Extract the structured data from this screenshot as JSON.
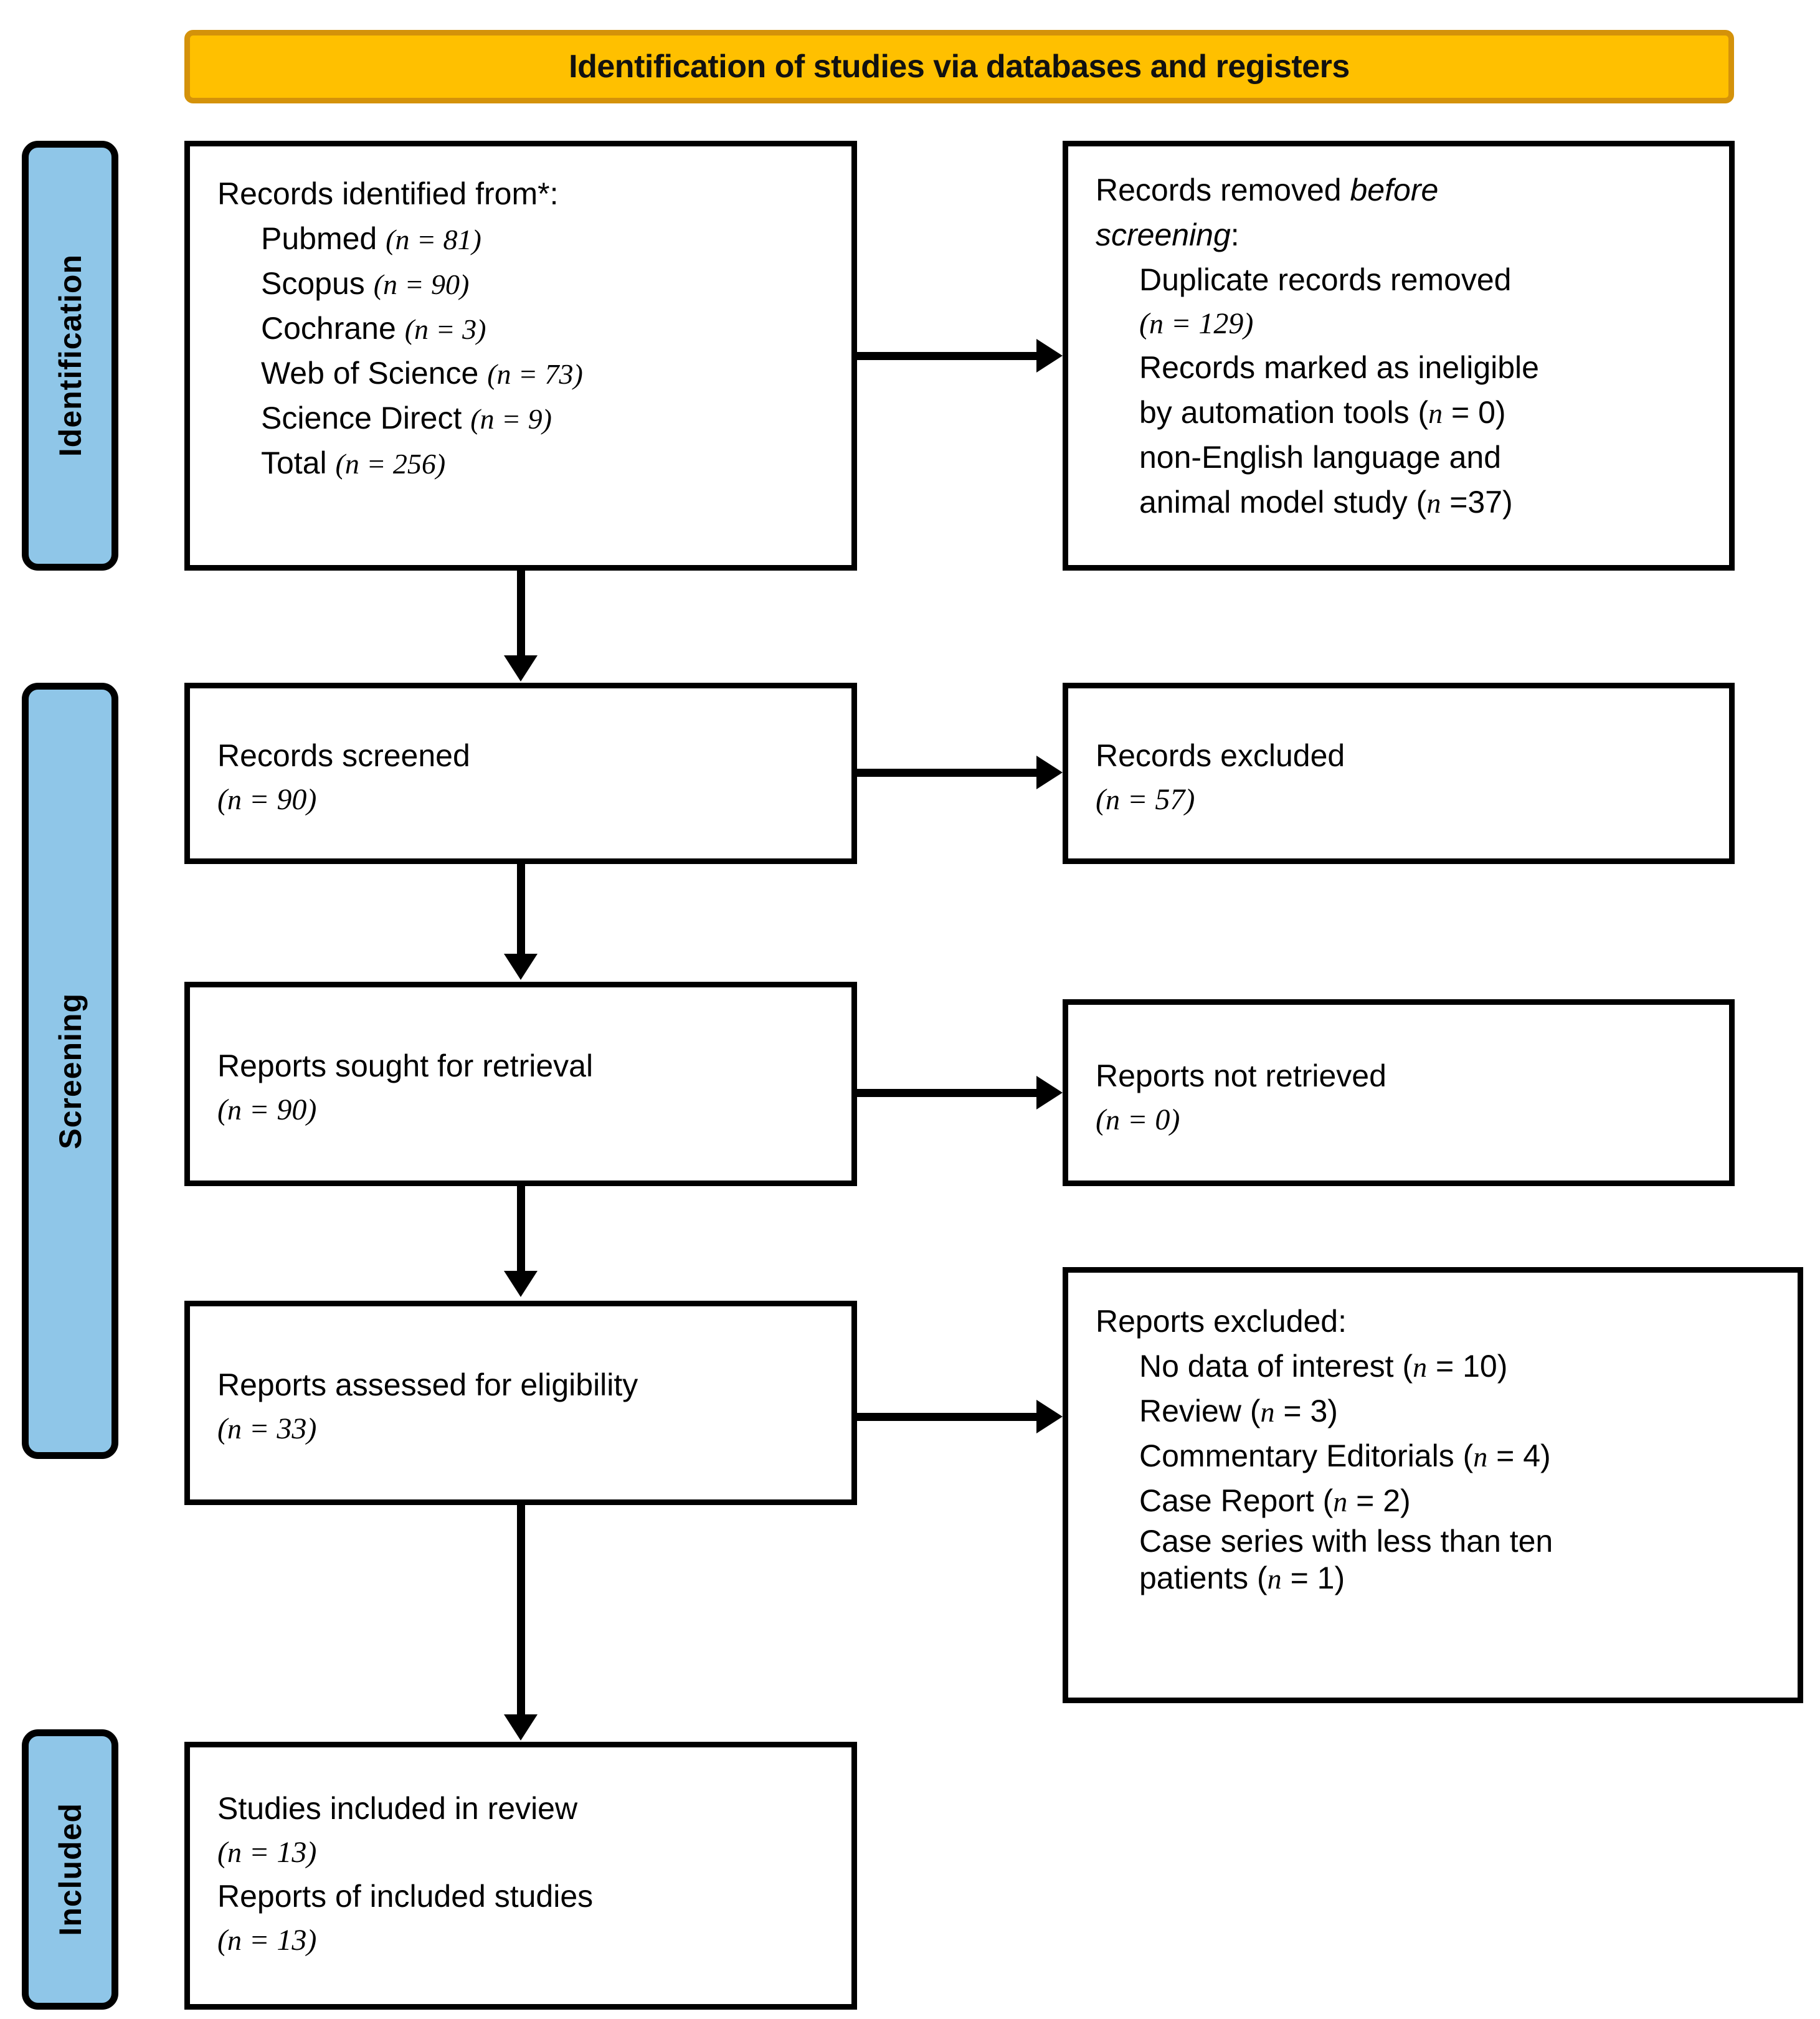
{
  "diagram": {
    "title": "Identification of studies via databases and registers",
    "colors": {
      "banner_fill": "#FFC000",
      "banner_border": "#D4920A",
      "stage_tab_fill": "#8FC6E8",
      "box_border": "#000000",
      "text": "#000000"
    }
  },
  "stages": [
    {
      "label": "Identification"
    },
    {
      "label": "Screening"
    },
    {
      "label": "Included"
    }
  ],
  "boxes": {
    "records_identified": {
      "heading": "Records identified from*:",
      "items": [
        {
          "label": "Pubmed",
          "n": "(n = 81)"
        },
        {
          "label": "Scopus",
          "n": "(n = 90)"
        },
        {
          "label": "Cochrane",
          "n": "(n = 3)"
        },
        {
          "label": "Web of Science",
          "n": "(n = 73)"
        },
        {
          "label": "Science Direct",
          "n": "(n = 9)"
        },
        {
          "label": "Total",
          "n": "(n = 256)"
        }
      ]
    },
    "records_removed": {
      "heading_plain": "Records removed ",
      "heading_italic_1": "before",
      "heading_italic_2": "screening",
      "heading_colon": ":",
      "items": [
        "Duplicate records removed",
        "(n = 129)",
        "Records marked as ineligible",
        "by automation tools (n = 0)",
        "non-English language and",
        "animal model study (n =37)"
      ]
    },
    "records_screened": {
      "heading": "Records screened",
      "count": "(n = 90)"
    },
    "records_excluded": {
      "heading": "Records excluded",
      "count": "(n = 57)"
    },
    "reports_sought": {
      "heading": "Reports sought for retrieval",
      "count": "(n = 90)"
    },
    "reports_not_retrieved": {
      "heading": "Reports not retrieved",
      "count": "(n = 0)"
    },
    "reports_assessed": {
      "heading": "Reports assessed for eligibility",
      "count": "(n = 33)"
    },
    "reports_excluded": {
      "heading": "Reports excluded:",
      "items": [
        "No data of interest (n = 10)",
        "Review (n = 3)",
        "Commentary Editorials (n = 4)",
        "Case Report (n = 2)",
        "Case series with less than ten",
        "patients (n = 1)"
      ]
    },
    "studies_included": {
      "line1": "Studies included in review",
      "line2": "(n = 13)",
      "line3": "Reports of included studies",
      "line4": "(n = 13)"
    }
  },
  "chart_data": {
    "type": "diagram",
    "title": "Identification of studies via databases and registers",
    "flow": [
      {
        "stage": "Identification",
        "node": "Records identified from databases",
        "n": 256,
        "breakdown": {
          "Pubmed": 81,
          "Scopus": 90,
          "Cochrane": 3,
          "Web of Science": 73,
          "Science Direct": 9
        }
      },
      {
        "stage": "Identification",
        "node": "Records removed before screening",
        "breakdown": {
          "Duplicate records removed": 129,
          "Records marked as ineligible by automation tools": 0,
          "non-English language and animal model study": 37
        }
      },
      {
        "stage": "Screening",
        "node": "Records screened",
        "n": 90
      },
      {
        "stage": "Screening",
        "node": "Records excluded",
        "n": 57
      },
      {
        "stage": "Screening",
        "node": "Reports sought for retrieval",
        "n": 90
      },
      {
        "stage": "Screening",
        "node": "Reports not retrieved",
        "n": 0
      },
      {
        "stage": "Screening",
        "node": "Reports assessed for eligibility",
        "n": 33
      },
      {
        "stage": "Screening",
        "node": "Reports excluded",
        "breakdown": {
          "No data of interest": 10,
          "Review": 3,
          "Commentary Editorials": 4,
          "Case Report": 2,
          "Case series with less than ten patients": 1
        }
      },
      {
        "stage": "Included",
        "node": "Studies included in review",
        "n": 13
      },
      {
        "stage": "Included",
        "node": "Reports of included studies",
        "n": 13
      }
    ]
  }
}
